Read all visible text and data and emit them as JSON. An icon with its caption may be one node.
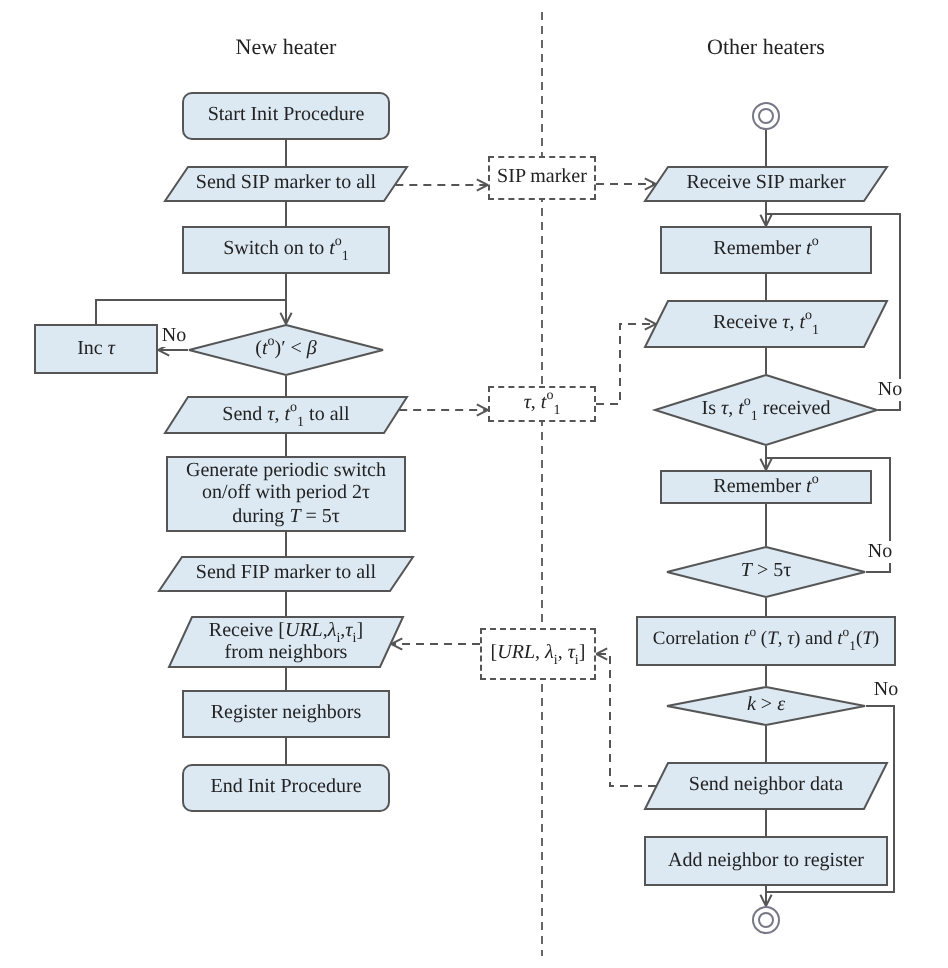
{
  "diagram": {
    "nodes": [
      {
        "text": [
          "Start Init Procedure"
        ]
      },
      {
        "text": [
          "Send SIP marker to all"
        ]
      },
      {
        "text": [
          "Switch on to *t*$^{o}$$_{1}$"
        ]
      },
      {
        "text": [
          "(*t*$^{o}$)′ < *β*"
        ]
      },
      {
        "text": [
          "Inc *τ*"
        ]
      },
      {
        "text": [
          "Send *τ*, *t*$^{o}$$_{1}$ to all"
        ]
      },
      {
        "text": [
          "Generate periodic switch on/off with period 2τ during *T* = 5τ"
        ]
      },
      {
        "text": [
          "Send FIP marker to all"
        ]
      },
      {
        "text": [
          "Receive [*URL*,*λ*$_{i}$,*τ*$_{i}$] from neighbors"
        ]
      },
      {
        "text": [
          "Register neighbors"
        ]
      },
      {
        "text": [
          "End Init Procedure"
        ]
      },
      {
        "text": [
          "SIP marker"
        ]
      },
      {
        "text": [
          "*τ*, *t*$^{o}$$_{1}$"
        ]
      },
      {
        "text": [
          "[*URL*, *λ*$_{i}$, *τ*$_{i}$]"
        ]
      },
      {
        "text": [],
        "shape": "circle"
      },
      {
        "text": [
          "Receive SIP marker"
        ]
      },
      {
        "text": [
          "Remember *t*$^{o}$"
        ]
      },
      {
        "text": [
          "Receive *τ*, *t*$^{o}$$_{1}$"
        ]
      },
      {
        "text": [
          "Is *τ*, *t*$^{o}$$_{1}$ received"
        ]
      },
      {
        "text": [
          "Remember *t*$^{o}$"
        ]
      },
      {
        "text": [
          "*T* > 5τ"
        ]
      },
      {
        "text": [
          "Correlation *t*$^{o}$ (*T*, *τ*) and *t*$^{o}$$_{1}$(*T*)"
        ]
      },
      {
        "text": [
          "*k* > *ε*"
        ]
      },
      {
        "text": [
          "Send neighbor data"
        ]
      },
      {
        "text": [
          "Add neighbor to register"
        ]
      },
      {
        "text": [],
        "shape": "circle"
      }
    ],
    "edges": [
      {
        "from": 0,
        "to": 1,
        "arrow": "none"
      },
      {
        "from": 1,
        "to": 2,
        "arrow": "none"
      },
      {
        "from": 2,
        "to": 3,
        "arrow": "none"
      },
      {
        "from": 3,
        "to": 4,
        "arrow": "to",
        "label": "No"
      },
      {
        "from": 4,
        "to": 3,
        "arrow": "to"
      },
      {
        "from": 3,
        "to": 5,
        "arrow": "none"
      },
      {
        "from": 5,
        "to": 6,
        "arrow": "none"
      },
      {
        "from": 6,
        "to": 7,
        "arrow": "none"
      },
      {
        "from": 7,
        "to": 8,
        "arrow": "none"
      },
      {
        "from": 8,
        "to": 9,
        "arrow": "none"
      },
      {
        "from": 9,
        "to": 10,
        "arrow": "none"
      },
      {
        "from": 1,
        "to": 11,
        "arrow": "to",
        "style": "dashed"
      },
      {
        "from": 11,
        "to": 15,
        "arrow": "to",
        "style": "dashed"
      },
      {
        "from": 5,
        "to": 12,
        "arrow": "to",
        "style": "dashed"
      },
      {
        "from": 12,
        "to": 17,
        "arrow": "to",
        "style": "dashed"
      },
      {
        "from": 23,
        "to": 13,
        "arrow": "to",
        "style": "dashed"
      },
      {
        "from": 13,
        "to": 8,
        "arrow": "to",
        "style": "dashed"
      },
      {
        "from": 14,
        "to": 15,
        "arrow": "none"
      },
      {
        "from": 15,
        "to": 16,
        "arrow": "none"
      },
      {
        "from": 16,
        "to": 17,
        "arrow": "none"
      },
      {
        "from": 17,
        "to": 18,
        "arrow": "none"
      },
      {
        "from": 18,
        "to": 16,
        "arrow": "to",
        "label": "No"
      },
      {
        "from": 18,
        "to": 19,
        "arrow": "none"
      },
      {
        "from": 19,
        "to": 20,
        "arrow": "none"
      },
      {
        "from": 20,
        "to": 19,
        "arrow": "to",
        "label": "No"
      },
      {
        "from": 20,
        "to": 21,
        "arrow": "none"
      },
      {
        "from": 21,
        "to": 22,
        "arrow": "none"
      },
      {
        "from": 22,
        "to": 23,
        "arrow": "none"
      },
      {
        "from": 22,
        "to": 25,
        "arrow": "to",
        "label": "No"
      },
      {
        "from": 23,
        "to": 24,
        "arrow": "none"
      },
      {
        "from": 24,
        "to": 25,
        "arrow": "none"
      }
    ],
    "labels": [
      "New heater",
      "Other heaters"
    ]
  }
}
